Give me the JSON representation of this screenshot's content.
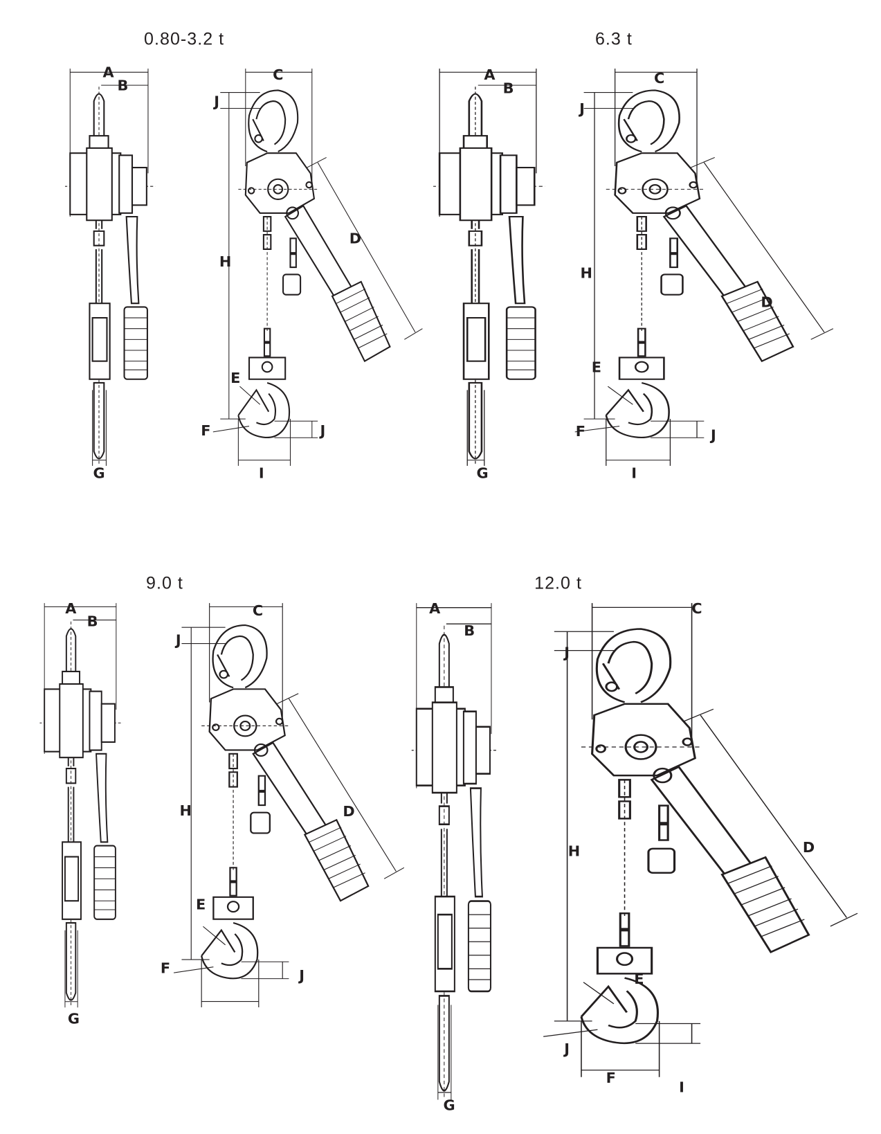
{
  "panels": [
    {
      "title": "0.80-3.2 t",
      "labels": {
        "A": "A",
        "B": "B",
        "C": "C",
        "D": "D",
        "E": "E",
        "F": "F",
        "G": "G",
        "H": "H",
        "I": "I",
        "J": "J"
      }
    },
    {
      "title": "6.3 t",
      "labels": {
        "A": "A",
        "B": "B",
        "C": "C",
        "D": "D",
        "E": "E",
        "F": "F",
        "G": "G",
        "H": "H",
        "I": "I",
        "J": "J"
      }
    },
    {
      "title": "9.0 t",
      "labels": {
        "A": "A",
        "B": "B",
        "C": "C",
        "D": "D",
        "E": "E",
        "F": "F",
        "G": "G",
        "H": "H",
        "J": "J"
      }
    },
    {
      "title": "12.0 t",
      "labels": {
        "A": "A",
        "B": "B",
        "C": "C",
        "D": "D",
        "E": "E",
        "F": "F",
        "G": "G",
        "H": "H",
        "I": "I",
        "J": "J"
      }
    }
  ]
}
